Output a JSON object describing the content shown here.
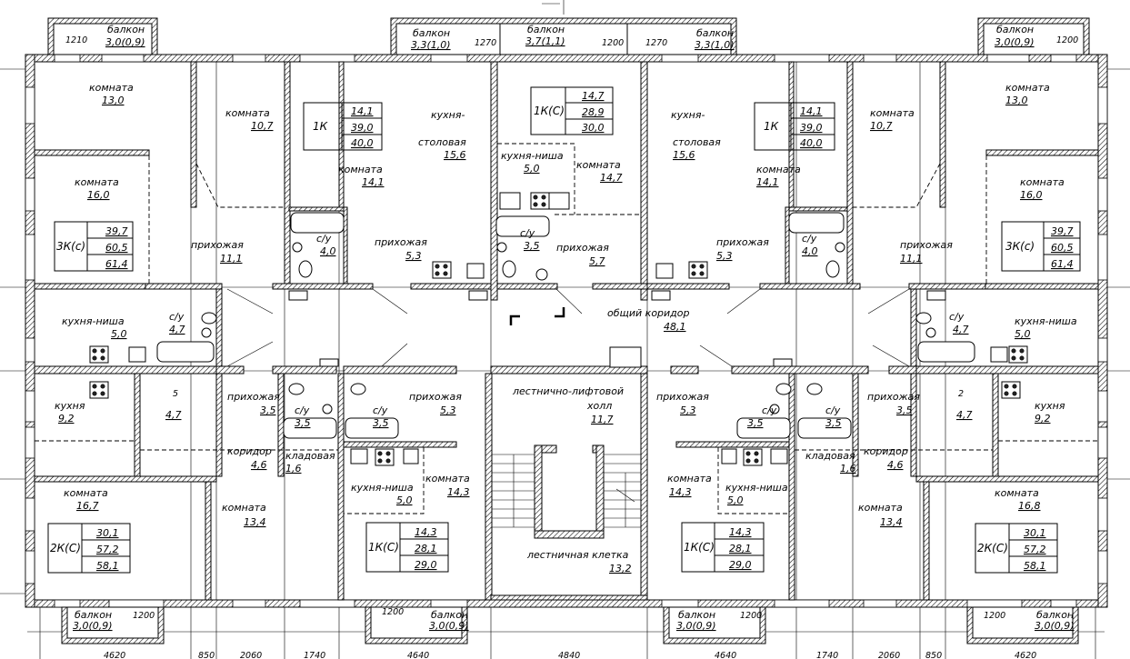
{
  "plan": {
    "balconies_top": [
      {
        "name": "балкон",
        "area": "3,0(0,9)",
        "dim": "1210"
      },
      {
        "name": "балкон",
        "area": "3,3(1,0)",
        "dim": "1270"
      },
      {
        "name": "балкон",
        "area": "3,7(1,1)",
        "dim": "1200"
      },
      {
        "name": "балкон",
        "area": "3,3(1,0)",
        "dim": "1270"
      },
      {
        "name": "балкон",
        "area": "3,0(0,9)",
        "dim": "1200"
      }
    ],
    "balconies_bottom": [
      {
        "name": "балкон",
        "area": "3,0(0,9)",
        "dim": "1200"
      },
      {
        "name": "балкон",
        "area": "3,0(0,9)",
        "dim": "1200"
      },
      {
        "name": "балкон",
        "area": "3,0(0,9)",
        "dim": "1200"
      },
      {
        "name": "балкон",
        "area": "3,0(0,9)",
        "dim": "1200"
      }
    ],
    "rooms": [
      {
        "name": "комната",
        "area": "13,0"
      },
      {
        "name": "комната",
        "area": "10,7"
      },
      {
        "name": "кухня-",
        "name2": "столовая",
        "area": "15,6"
      },
      {
        "name": "кухня-ниша",
        "area": "5,0"
      },
      {
        "name": "комната",
        "area": "14,7"
      },
      {
        "name": "кухня-",
        "name2": "столовая",
        "area": "15,6"
      },
      {
        "name": "комната",
        "area": "10,7"
      },
      {
        "name": "комната",
        "area": "13,0"
      },
      {
        "name": "комната",
        "area": "16,0"
      },
      {
        "name": "комната",
        "area": "14,1"
      },
      {
        "name": "комната",
        "area": "14,1"
      },
      {
        "name": "комната",
        "area": "16,0"
      },
      {
        "name": "прихожая",
        "area": "11,1"
      },
      {
        "name": "с/у",
        "area": "4,0"
      },
      {
        "name": "прихожая",
        "area": "5,3"
      },
      {
        "name": "с/у",
        "area": "3,5"
      },
      {
        "name": "прихожая",
        "area": "5,7"
      },
      {
        "name": "прихожая",
        "area": "5,3"
      },
      {
        "name": "с/у",
        "area": "4,0"
      },
      {
        "name": "прихожая",
        "area": "11,1"
      },
      {
        "name": "кухня-ниша",
        "area": "5,0"
      },
      {
        "name": "с/у",
        "area": "4,7"
      },
      {
        "name": "общий коридор",
        "area": "48,1"
      },
      {
        "name": "с/у",
        "area": "4,7"
      },
      {
        "name": "кухня-ниша",
        "area": "5,0"
      },
      {
        "name": "кухня",
        "area": "9,2"
      },
      {
        "name": "прихожая",
        "area": "3,5"
      },
      {
        "name": "с/у",
        "area": "3,5"
      },
      {
        "name": "с/у",
        "area": "3,5"
      },
      {
        "name": "прихожая",
        "area": "5,3"
      },
      {
        "name": "лестнично-лифтовой",
        "name2": "холл",
        "area": "11,7"
      },
      {
        "name": "прихожая",
        "area": "5,3"
      },
      {
        "name": "с/у",
        "area": "3,5"
      },
      {
        "name": "с/у",
        "area": "3,5"
      },
      {
        "name": "прихожая",
        "area": "3,5"
      },
      {
        "name": "кухня",
        "area": "9,2"
      },
      {
        "name": "коридор",
        "area": "4,6"
      },
      {
        "name": "кладовая",
        "area": "1,6"
      },
      {
        "name": "кладовая",
        "area": "1,6"
      },
      {
        "name": "коридор",
        "area": "4,6"
      },
      {
        "name": "кухня-ниша",
        "area": "5,0"
      },
      {
        "name": "комната",
        "area": "14,3"
      },
      {
        "name": "комната",
        "area": "14,3"
      },
      {
        "name": "кухня-ниша",
        "area": "5,0"
      },
      {
        "name": "комната",
        "area": "16,7"
      },
      {
        "name": "комната",
        "area": "13,4"
      },
      {
        "name": "комната",
        "area": "13,4"
      },
      {
        "name": "комната",
        "area": "16,8"
      },
      {
        "name": "лестничная клетка",
        "area": "13,2"
      },
      {
        "name": "",
        "area": "4,7"
      },
      {
        "name": "",
        "area": "4,7"
      }
    ],
    "stair_marks": [
      "5",
      "2"
    ],
    "apartments": [
      {
        "type": "1К",
        "a1": "14,1",
        "a2": "39,0",
        "a3": "40,0"
      },
      {
        "type": "1К(С)",
        "a1": "14,7",
        "a2": "28,9",
        "a3": "30,0"
      },
      {
        "type": "1К",
        "a1": "14,1",
        "a2": "39,0",
        "a3": "40,0"
      },
      {
        "type": "3К(с)",
        "a1": "39,7",
        "a2": "60,5",
        "a3": "61,4"
      },
      {
        "type": "3К(с)",
        "a1": "39,7",
        "a2": "60,5",
        "a3": "61,4"
      },
      {
        "type": "1К(С)",
        "a1": "14,3",
        "a2": "28,1",
        "a3": "29,0"
      },
      {
        "type": "1К(С)",
        "a1": "14,3",
        "a2": "28,1",
        "a3": "29,0"
      },
      {
        "type": "2К(С)",
        "a1": "30,1",
        "a2": "57,2",
        "a3": "58,1"
      },
      {
        "type": "2К(С)",
        "a1": "30,1",
        "a2": "57,2",
        "a3": "58,1"
      }
    ],
    "bottom_dims": [
      "4620",
      "850",
      "2060",
      "1740",
      "4640",
      "4840",
      "4640",
      "1740",
      "2060",
      "850",
      "4620"
    ]
  }
}
